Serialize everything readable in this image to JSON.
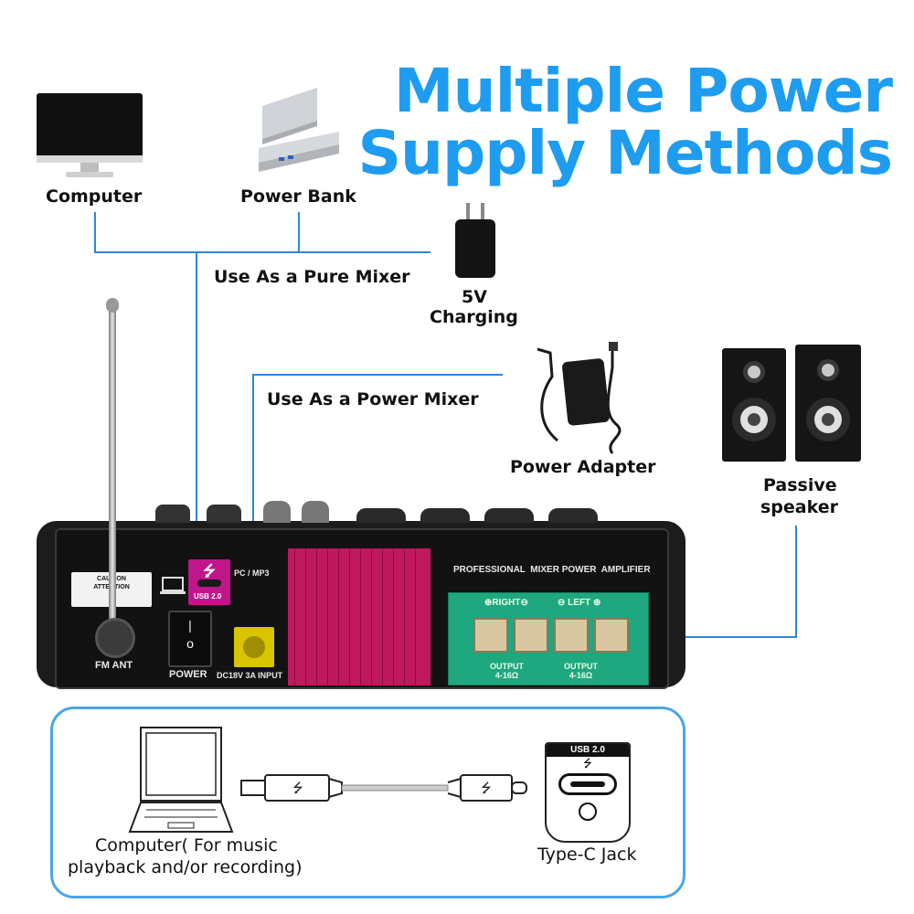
{
  "headline": {
    "line1": "Multiple Power",
    "line2": "Supply Methods"
  },
  "devices": {
    "computer": "Computer",
    "power_bank": "Power Bank",
    "charging": "5V Charging",
    "charging_line1": "5V",
    "charging_line2": "Charging",
    "power_adapter": "Power Adapter",
    "passive_speaker_line1": "Passive",
    "passive_speaker_line2": "speaker"
  },
  "modes": {
    "pure_mixer": "Use As a Pure Mixer",
    "power_mixer": "Use As a Power Mixer"
  },
  "panel": {
    "header": "PROFESSIONAL  MIXER POWER  AMPLIFIER",
    "fm_ant": "FM ANT",
    "power": "POWER",
    "dc_input": "DC18V 3A INPUT",
    "usb_label": "USB 2.0",
    "pc_mp3": "PC / MP3",
    "right": "RIGHT",
    "left": "LEFT",
    "output_label": "OUTPUT",
    "output_ohm": "4-16Ω",
    "caution_title": "CAUTION",
    "caution_attn": "ATTENTION"
  },
  "bottom": {
    "computer_line1": "Computer( For music",
    "computer_line2": "playback and/or recording)",
    "typec": "Type-C Jack",
    "usb_badge": "USB 2.0"
  },
  "colors": {
    "accent_blue": "#1e9cf0",
    "wire_blue": "#2f86d6",
    "heatsink": "#c0185e",
    "terminal_green": "#1fa77f",
    "usb_magenta": "#c0168c",
    "dc_yellow": "#d9c400"
  }
}
